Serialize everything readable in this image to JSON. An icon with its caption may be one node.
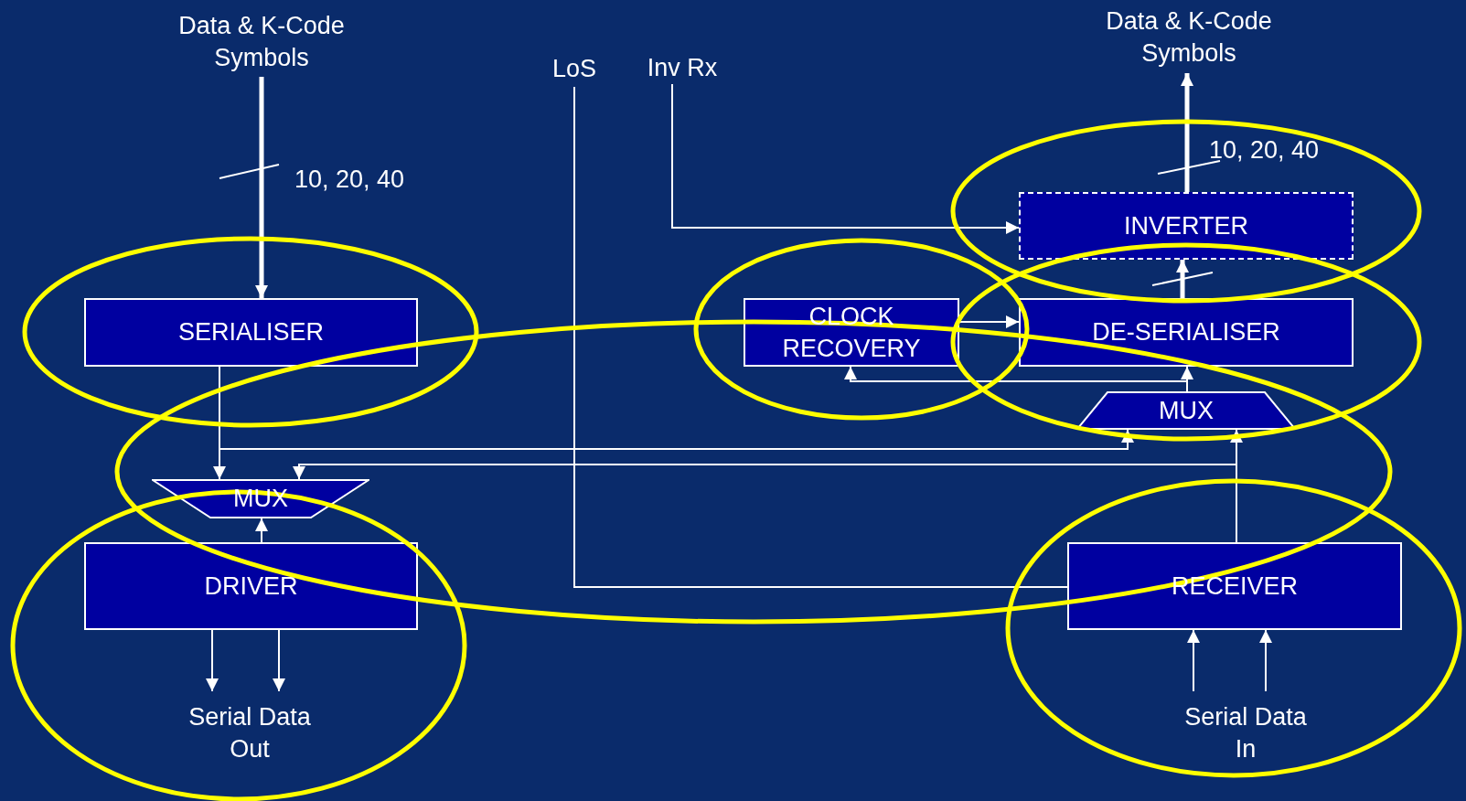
{
  "diagram": {
    "nodes": [
      {
        "text": [
          "Data & K-Code Symbols"
        ]
      },
      {
        "text": [
          "SERIALISER"
        ]
      },
      {
        "text": [
          "MUX"
        ]
      },
      {
        "text": [
          "DRIVER"
        ]
      },
      {
        "text": [
          "Serial Data Out"
        ]
      },
      {
        "text": [
          "LoS"
        ]
      },
      {
        "text": [
          "Inv Rx"
        ]
      },
      {
        "text": [
          "CLOCK RECOVERY"
        ]
      },
      {
        "text": [
          "DE-SERIALISER"
        ]
      },
      {
        "text": [
          "INVERTER"
        ]
      },
      {
        "text": [
          "Data & K-Code Symbols"
        ]
      },
      {
        "text": [
          "MUX"
        ]
      },
      {
        "text": [
          "RECEIVER"
        ]
      },
      {
        "text": [
          "Serial Data In"
        ]
      }
    ],
    "edges": [
      {
        "from": 0,
        "to": 1,
        "arrow": "to",
        "style": "thick",
        "label": "10, 20, 40"
      },
      {
        "from": 1,
        "to": 2,
        "arrow": "to"
      },
      {
        "from": 3,
        "to": 2,
        "arrow": "to"
      },
      {
        "from": 3,
        "to": 4,
        "arrow": "to"
      },
      {
        "from": 3,
        "to": 4,
        "arrow": "to"
      },
      {
        "from": 13,
        "to": 12,
        "arrow": "to"
      },
      {
        "from": 13,
        "to": 12,
        "arrow": "to"
      },
      {
        "from": 12,
        "to": 11,
        "arrow": "to"
      },
      {
        "from": 1,
        "to": 11,
        "arrow": "to"
      },
      {
        "from": 12,
        "to": 2,
        "arrow": "to"
      },
      {
        "from": 11,
        "to": 8,
        "arrow": "to"
      },
      {
        "from": 11,
        "to": 7,
        "arrow": "to"
      },
      {
        "from": 7,
        "to": 8,
        "arrow": "to"
      },
      {
        "from": 8,
        "to": 9,
        "arrow": "to",
        "style": "thick"
      },
      {
        "from": 9,
        "to": 10,
        "arrow": "to",
        "style": "thick",
        "label": "10, 20, 40"
      },
      {
        "from": 6,
        "to": 9,
        "arrow": "to"
      },
      {
        "from": 12,
        "to": 5,
        "arrow": "none"
      }
    ]
  }
}
